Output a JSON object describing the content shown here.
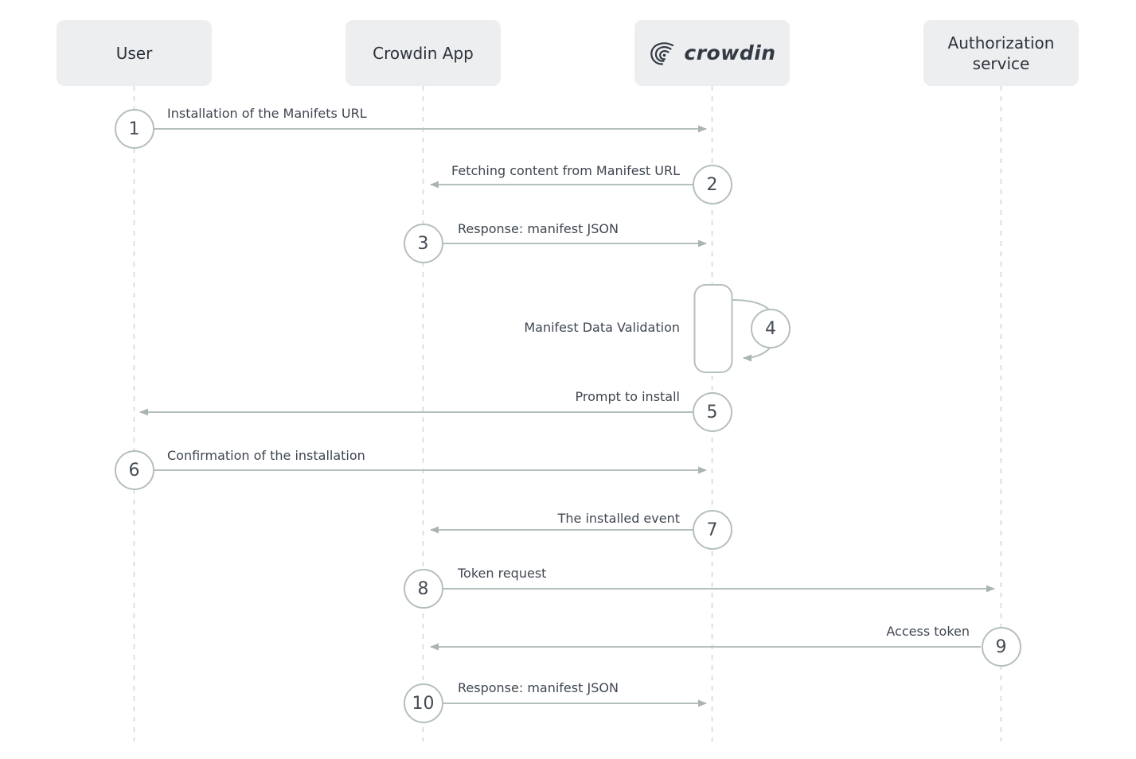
{
  "actors": [
    {
      "id": "user",
      "label": "User"
    },
    {
      "id": "crowdin-app",
      "label": "Crowdin App"
    },
    {
      "id": "crowdin",
      "label": "crowdin",
      "type": "logo"
    },
    {
      "id": "authorization-service",
      "label": "Authorization service"
    }
  ],
  "messages": [
    {
      "step": "1",
      "label": "Installation of the Manifets URL",
      "from": "user",
      "to": "crowdin",
      "direction": "right"
    },
    {
      "step": "2",
      "label": "Fetching content from Manifest URL",
      "from": "crowdin",
      "to": "crowdin-app",
      "direction": "left"
    },
    {
      "step": "3",
      "label": "Response: manifest JSON",
      "from": "crowdin-app",
      "to": "crowdin",
      "direction": "right"
    },
    {
      "step": "4",
      "label": "Manifest Data Validation",
      "from": "crowdin",
      "to": "crowdin",
      "direction": "self"
    },
    {
      "step": "5",
      "label": "Prompt to install",
      "from": "crowdin",
      "to": "user",
      "direction": "left"
    },
    {
      "step": "6",
      "label": "Confirmation of the installation",
      "from": "user",
      "to": "crowdin",
      "direction": "right"
    },
    {
      "step": "7",
      "label": "The installed event",
      "from": "crowdin",
      "to": "crowdin-app",
      "direction": "left"
    },
    {
      "step": "8",
      "label": "Token request",
      "from": "crowdin-app",
      "to": "authorization-service",
      "direction": "right"
    },
    {
      "step": "9",
      "label": "Access token",
      "from": "authorization-service",
      "to": "crowdin-app",
      "direction": "left"
    },
    {
      "step": "10",
      "label": "Response: manifest JSON",
      "from": "crowdin-app",
      "to": "crowdin",
      "direction": "right"
    }
  ],
  "colors": {
    "background": "#ffffff",
    "actor_box_fill": "#eceeef",
    "actor_text": "#2d333c",
    "message_text": "#3f4650",
    "arrow": "#b5bfbe",
    "arrowhead": "#a9b4b3",
    "lifeline": "#d6d8d8",
    "circle_border": "#b5bfbe",
    "logo_text": "#333a45"
  }
}
